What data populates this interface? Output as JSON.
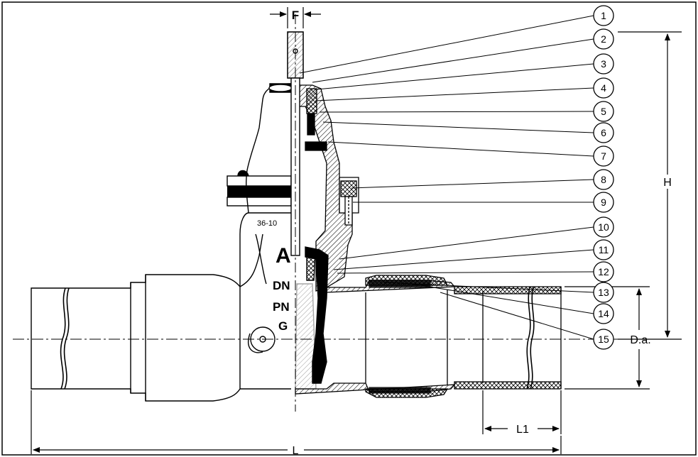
{
  "callouts": [
    "1",
    "2",
    "3",
    "4",
    "5",
    "6",
    "7",
    "8",
    "9",
    "10",
    "11",
    "12",
    "13",
    "14",
    "15"
  ],
  "dimensions": {
    "f": "F",
    "h": "H",
    "da": "D.a.",
    "l1": "L1",
    "l": "L"
  },
  "body_marks": {
    "casting_code": "36-10",
    "logo": "A",
    "dn": "DN",
    "pn": "PN",
    "g": "G"
  }
}
